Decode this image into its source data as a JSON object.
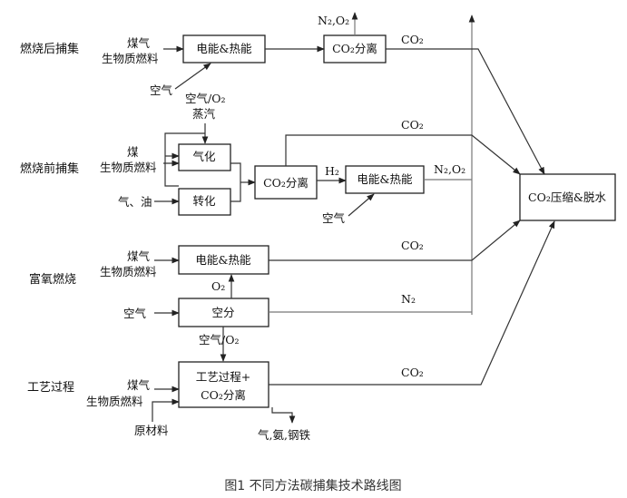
{
  "sections": {
    "post": "燃烧后捕集",
    "pre": "燃烧前捕集",
    "oxy": "富氧燃烧",
    "process": "工艺过程"
  },
  "boxes": {
    "post_power": "电能&热能",
    "post_sep": "CO₂分离",
    "pre_gasify": "气化",
    "pre_reform": "转化",
    "pre_sep": "CO₂分离",
    "pre_power": "电能&热能",
    "oxy_power": "电能&热能",
    "oxy_asu": "空分",
    "proc_l1": "工艺过程+",
    "proc_l2": "CO₂分离",
    "compress": "CO₂压缩&脱水"
  },
  "inputs": {
    "post_fuel1": "煤气",
    "post_fuel2": "生物质燃料",
    "post_air": "空气",
    "pre_steam1": "空气/O₂",
    "pre_steam2": "蒸汽",
    "pre_fuel1": "煤",
    "pre_fuel2": "生物质燃料",
    "pre_gasoil": "气、油",
    "pre_air": "空气",
    "oxy_fuel1": "煤气",
    "oxy_fuel2": "生物质燃料",
    "oxy_air": "空气",
    "oxy_o2": "O₂",
    "proc_air": "空气/O₂",
    "proc_fuel1": "煤气",
    "proc_fuel2": "生物质燃料",
    "proc_raw": "原材料"
  },
  "flows": {
    "post_vent": "N₂,O₂",
    "post_co2": "CO₂",
    "pre_co2": "CO₂",
    "pre_h2": "H₂",
    "pre_vent": "N₂,O₂",
    "oxy_co2": "CO₂",
    "oxy_n2": "N₂",
    "proc_co2": "CO₂",
    "proc_products": "气,氨,钢铁"
  },
  "caption": "图1 不同方法碳捕集技术路线图"
}
